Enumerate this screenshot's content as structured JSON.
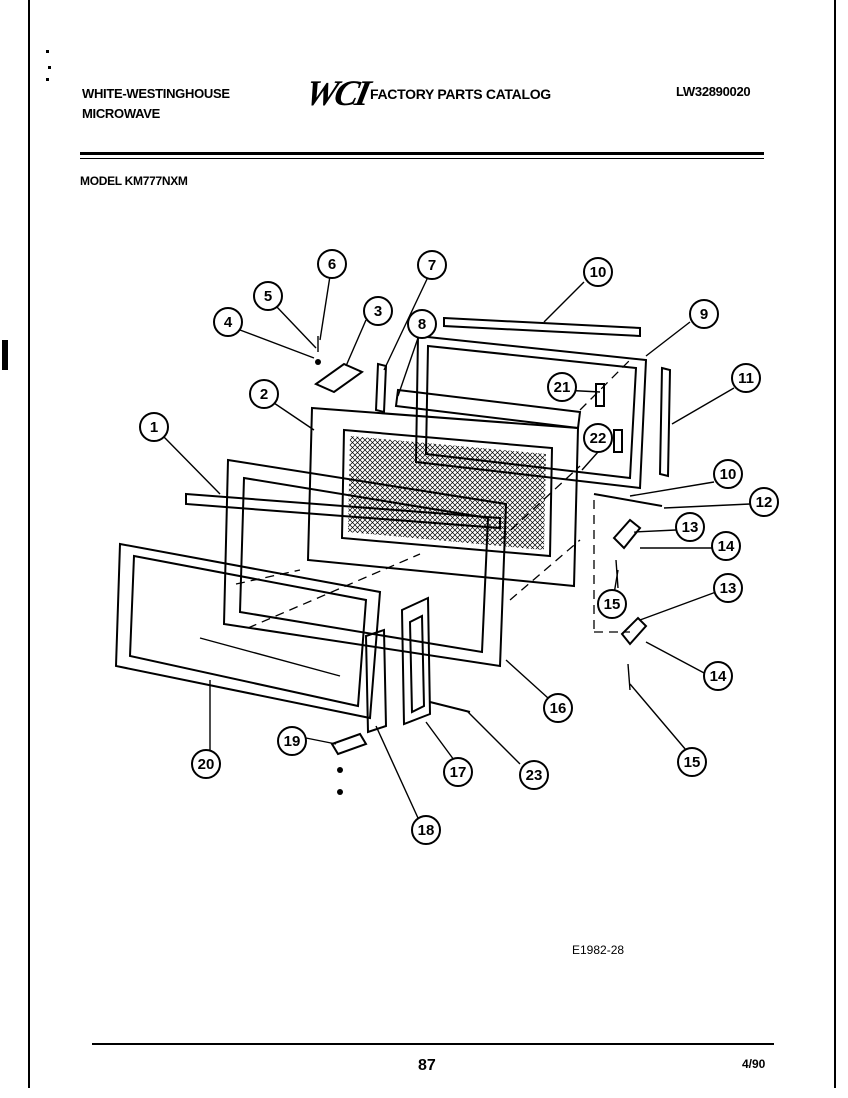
{
  "header": {
    "brand_line1": "WHITE-WESTINGHOUSE",
    "brand_line2": "MICROWAVE",
    "logo_text": "WCI",
    "catalog_title": "FACTORY PARTS CATALOG",
    "doc_number": "LW32890020"
  },
  "model": "MODEL KM777NXM",
  "figure_code": "E1982-28",
  "footer": {
    "page": "87",
    "date": "4/90"
  },
  "callouts": [
    "1",
    "2",
    "3",
    "4",
    "5",
    "6",
    "7",
    "8",
    "9",
    "10",
    "10",
    "11",
    "12",
    "13",
    "13",
    "14",
    "14",
    "15",
    "15",
    "16",
    "17",
    "18",
    "19",
    "20",
    "21",
    "22",
    "23"
  ]
}
